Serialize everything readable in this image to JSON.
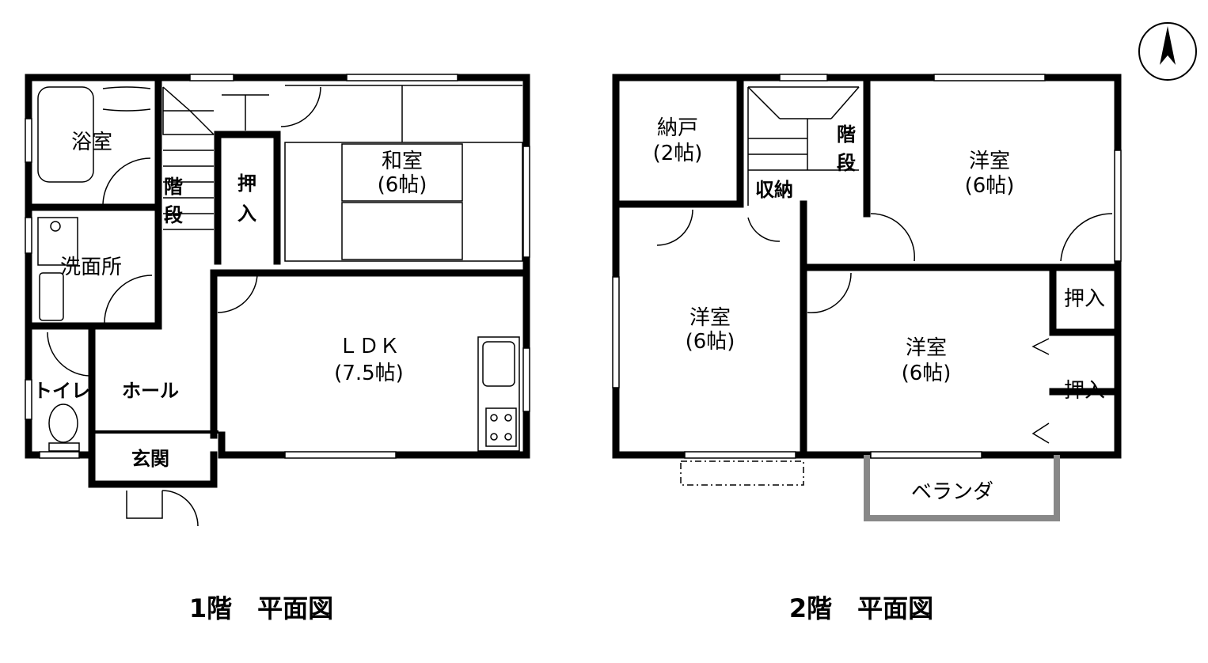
{
  "floor1": {
    "caption": "1階　平面図",
    "rooms": {
      "bath": "浴室",
      "washroom": "洗面所",
      "toilet": "トイレ",
      "hall": "ホール",
      "entrance": "玄関",
      "stairs_1": "階",
      "stairs_2": "段",
      "closet_1": "押",
      "closet_2": "入",
      "washitsu": "和室",
      "washitsu_size": "(6帖)",
      "ldk": "ＬＤＫ",
      "ldk_size": "(7.5帖)"
    }
  },
  "floor2": {
    "caption": "2階　平面図",
    "rooms": {
      "nando": "納戸",
      "nando_size": "(2帖)",
      "storage": "収納",
      "stairs_1": "階",
      "stairs_2": "段",
      "yoshitsu_ne": "洋室",
      "yoshitsu_ne_size": "(6帖)",
      "yoshitsu_w": "洋室",
      "yoshitsu_w_size": "(6帖)",
      "yoshitsu_se": "洋室",
      "yoshitsu_se_size": "(6帖)",
      "closet_a": "押入",
      "closet_b": "押入",
      "veranda": "ベランダ"
    }
  },
  "compass": {
    "icon": "north-arrow-icon"
  }
}
